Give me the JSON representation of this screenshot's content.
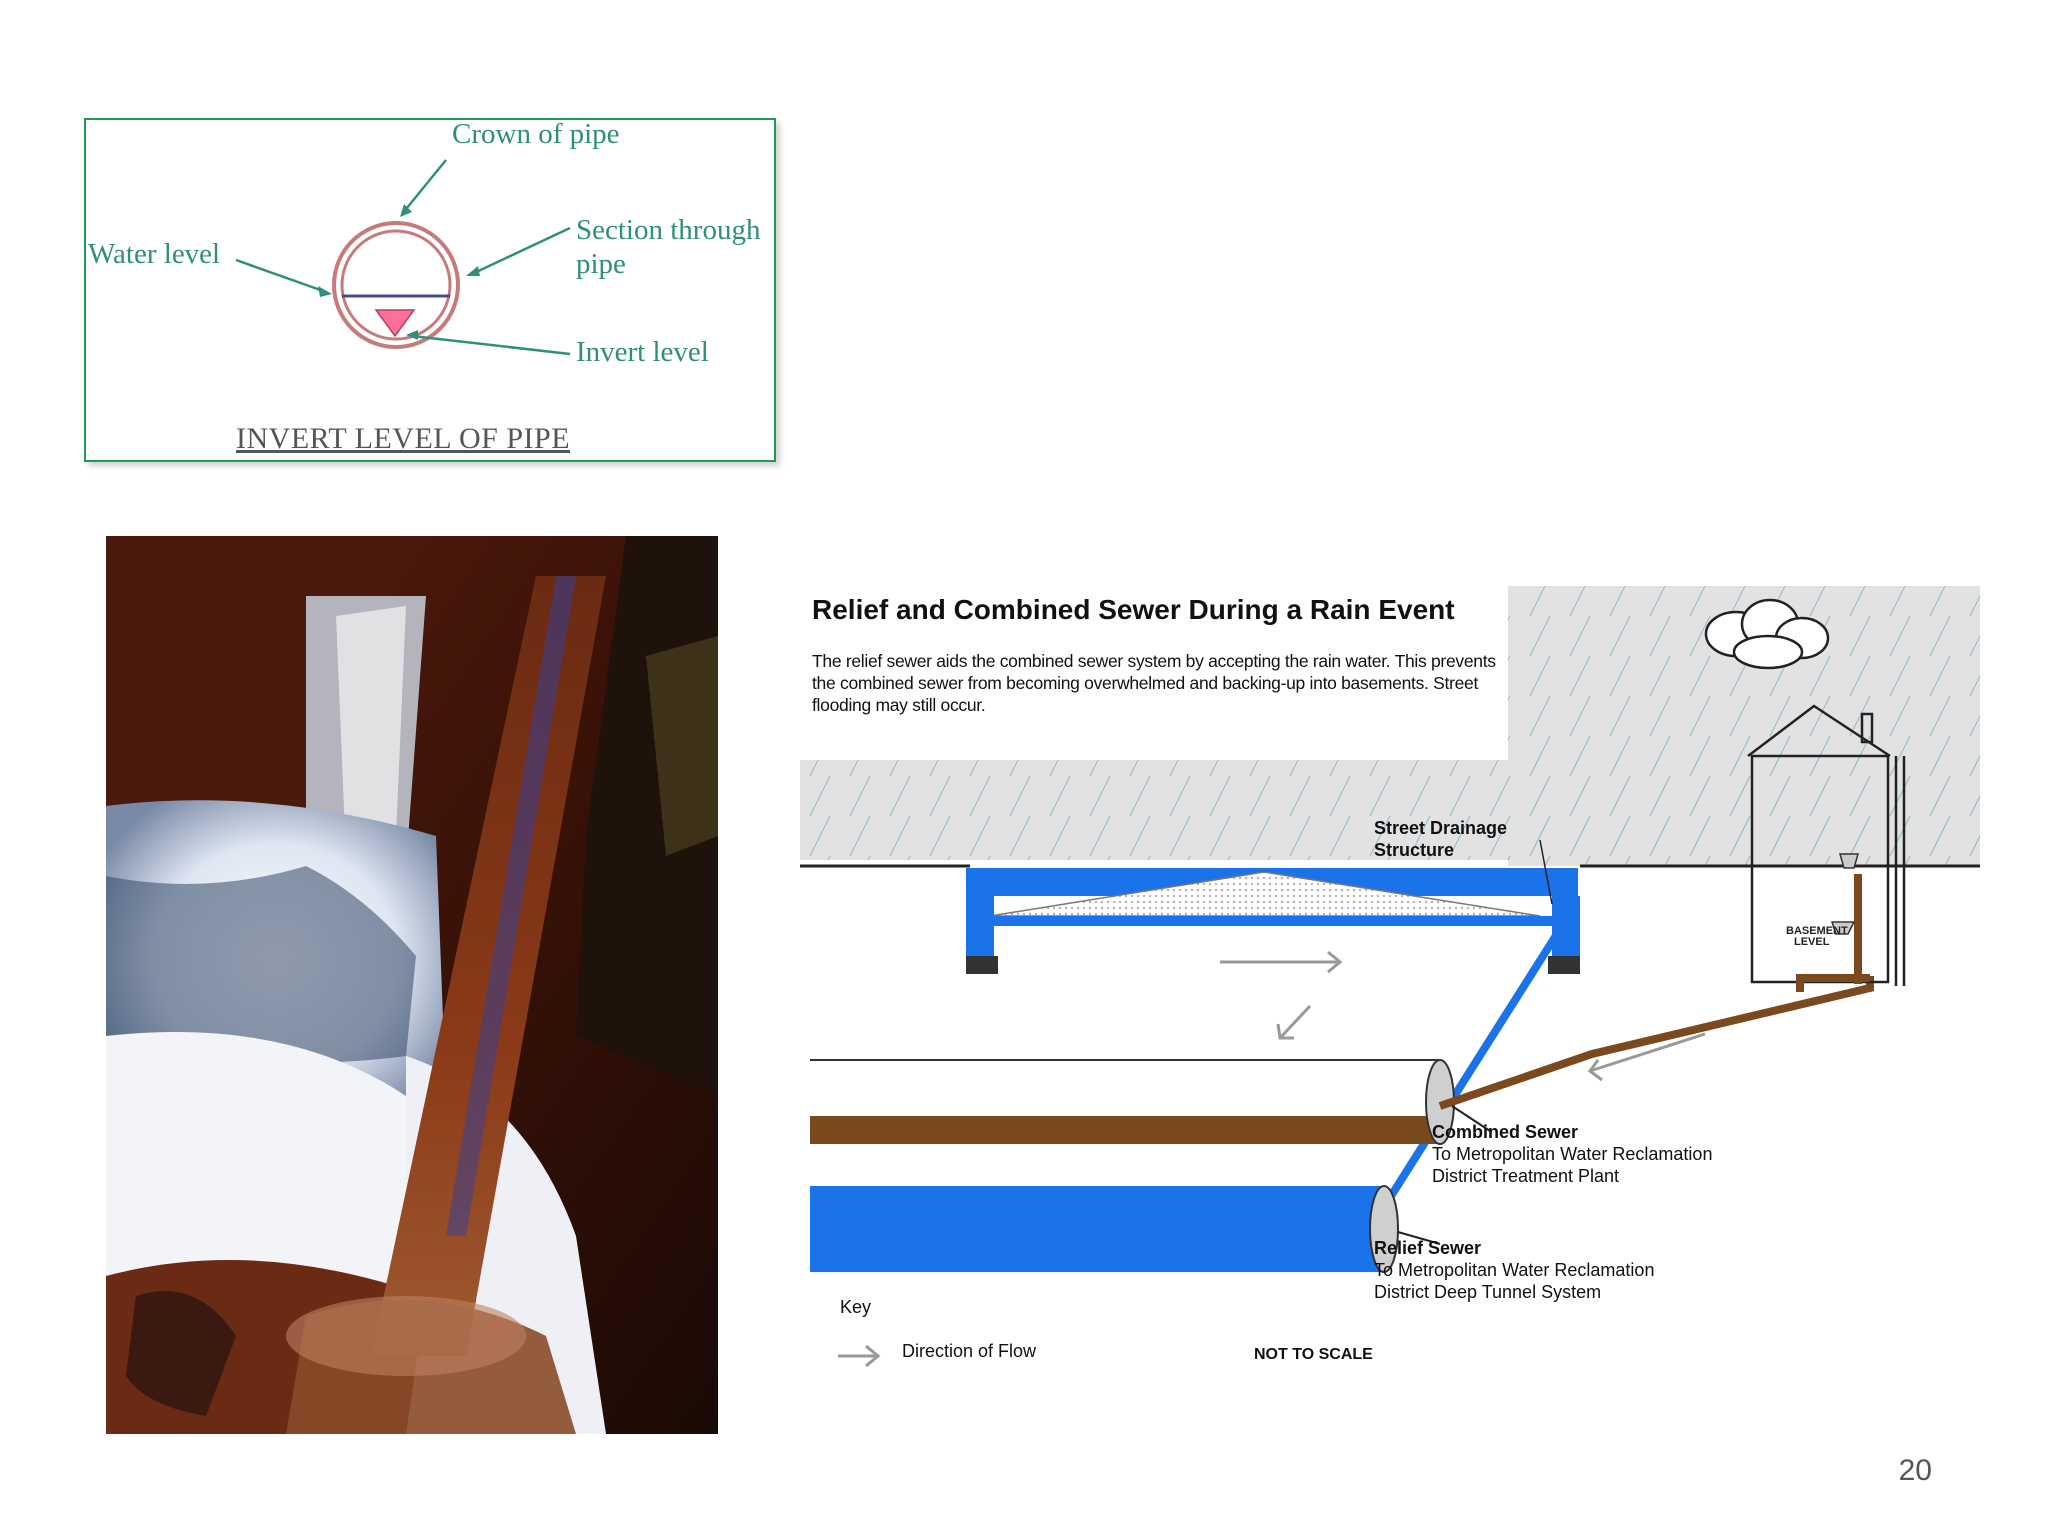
{
  "invert_diagram": {
    "crown_label": "Crown of pipe",
    "water_label": "Water level",
    "section_label_line1": "Section through",
    "section_label_line2": "pipe",
    "invert_label": "Invert level",
    "caption": "INVERT LEVEL OF PIPE"
  },
  "sewer_diagram": {
    "title": "Relief and Combined Sewer During a Rain Event",
    "description": "The relief sewer aids the combined sewer system by accepting the rain water. This prevents the combined sewer from becoming overwhelmed and backing-up into basements. Street flooding may still occur.",
    "street_drainage_line1": "Street Drainage",
    "street_drainage_line2": "Structure",
    "basement_line1": "BASEMENT",
    "basement_line2": "LEVEL",
    "combined_title": "Combined Sewer",
    "combined_line1": "To Metropolitan Water Reclamation",
    "combined_line2": "District Treatment Plant",
    "relief_title": "Relief Sewer",
    "relief_line1": "To Metropolitan Water Reclamation",
    "relief_line2": "District Deep Tunnel System",
    "key_label": "Key",
    "flow_label": "Direction of Flow",
    "scale_note": "NOT TO SCALE",
    "colors": {
      "water": "#1a73e8",
      "sewage": "#7a4a1e"
    }
  },
  "page_number": "20"
}
